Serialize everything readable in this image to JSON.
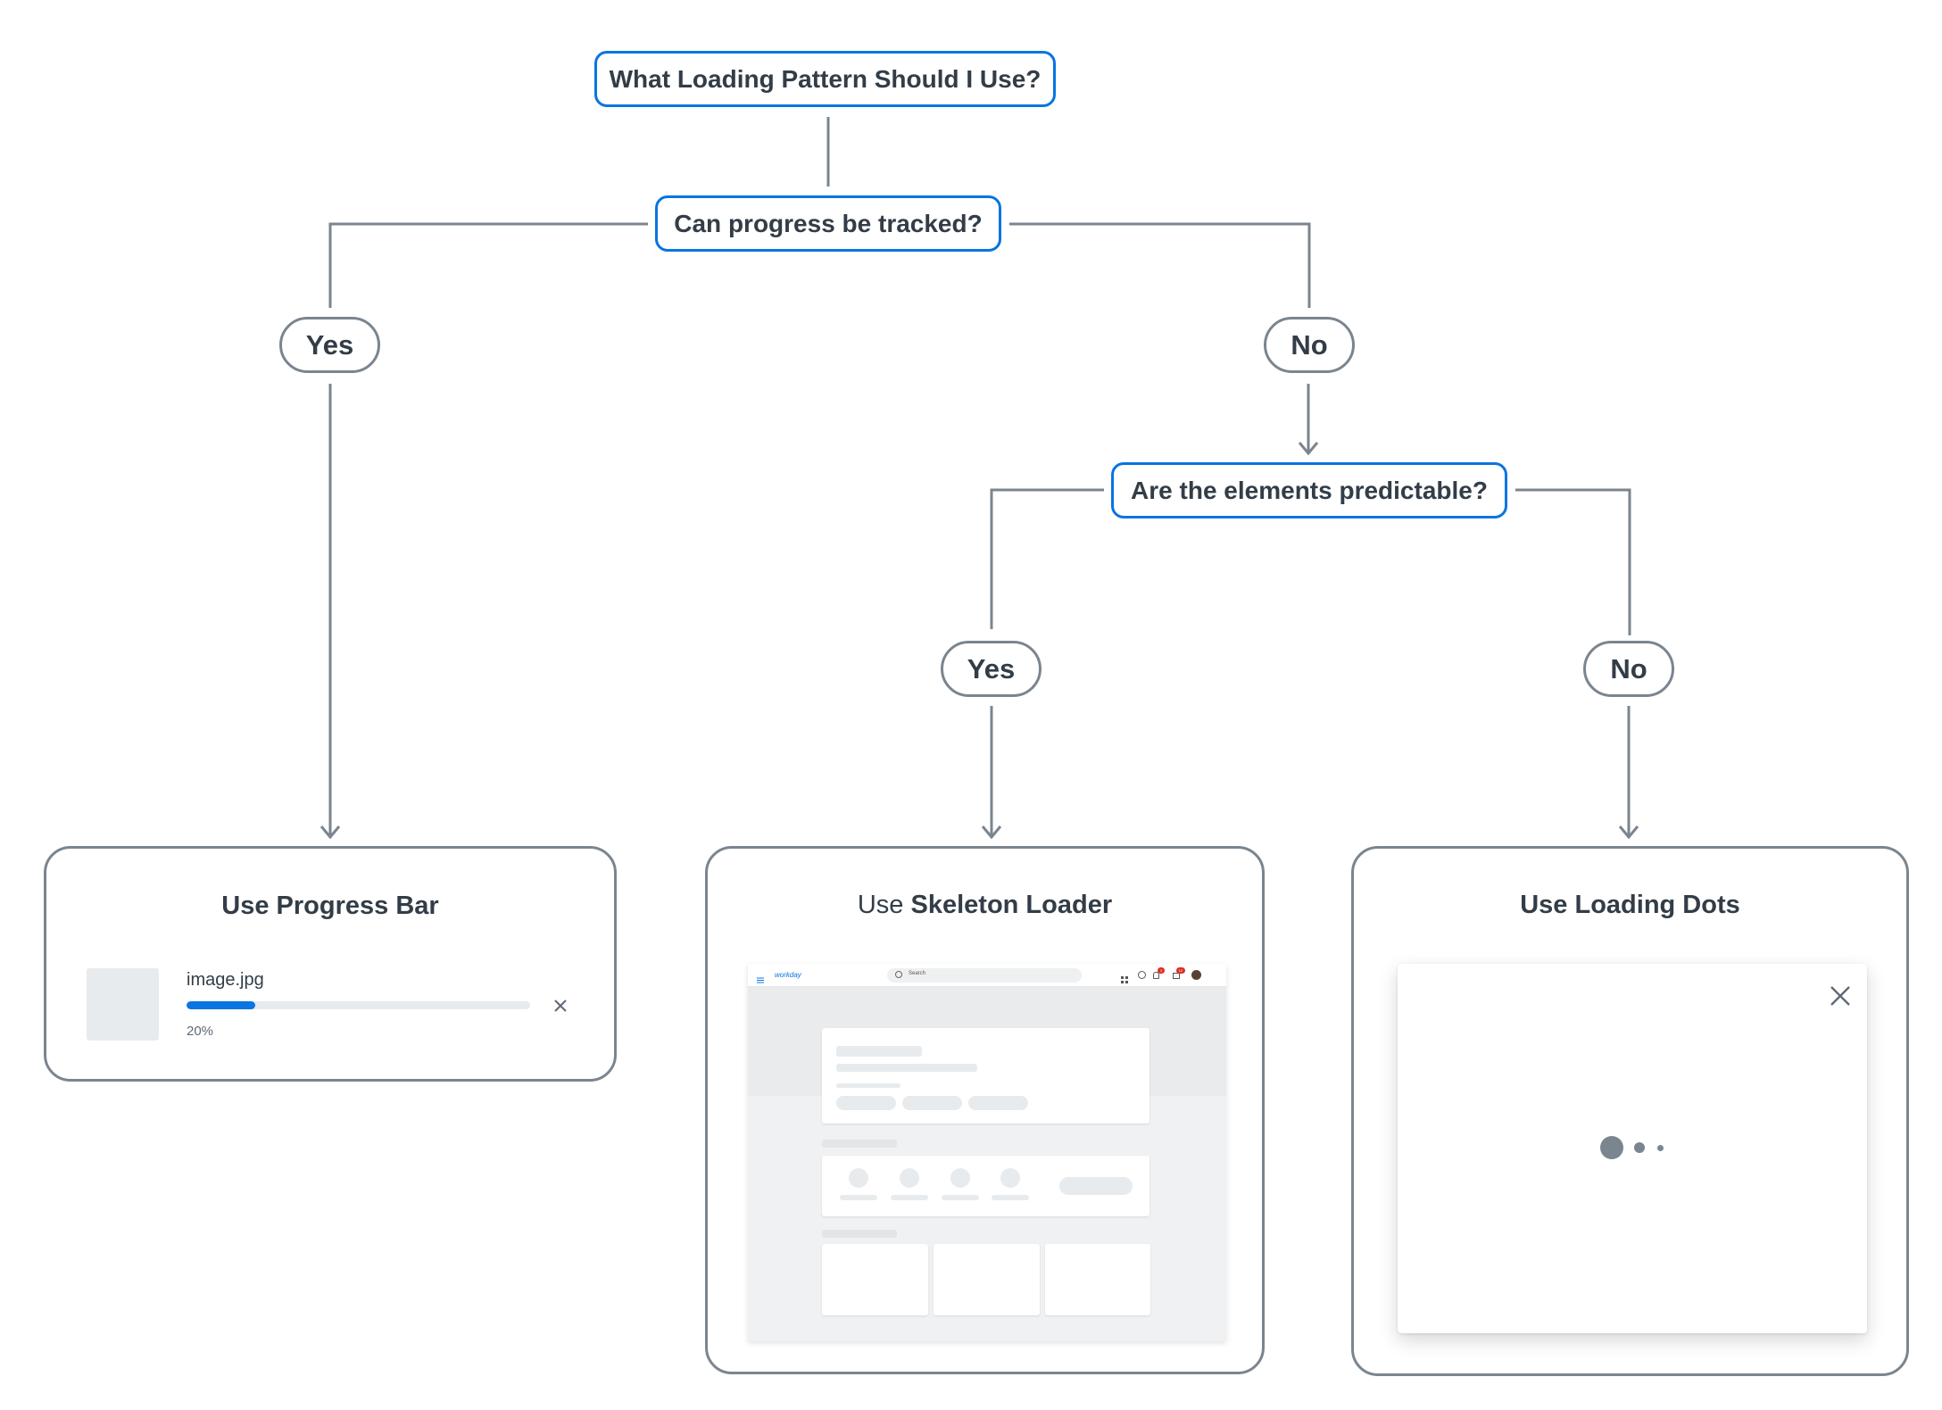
{
  "title": "What Loading Pattern Should I Use?",
  "q1": "Can progress be tracked?",
  "q2": "Are the elements predictable?",
  "branches": {
    "yes1": "Yes",
    "no1": "No",
    "yes2": "Yes",
    "no2": "No"
  },
  "progress_card": {
    "title": "Use Progress Bar",
    "file_name": "image.jpg",
    "percent_label": "20%",
    "progress": 0.2
  },
  "skeleton_card": {
    "title_prefix": "Use",
    "title_bold": "Skeleton Loader",
    "logo": "workday",
    "search_placeholder": "Search",
    "notif_badge": "3",
    "inbox_badge": "12"
  },
  "dots_card": {
    "title": "Use Loading Dots"
  },
  "colors": {
    "accent": "#0875e1",
    "line": "#7b858f",
    "text": "#333d47",
    "skeleton": "#e8ebed",
    "badge": "#de2e21",
    "dot": "#7b858f"
  },
  "icons": {
    "close": "close-icon",
    "menu": "menu-icon",
    "search": "search-icon",
    "apps": "apps-icon",
    "notifications": "bell-icon",
    "inbox": "inbox-icon",
    "avatar": "avatar"
  }
}
